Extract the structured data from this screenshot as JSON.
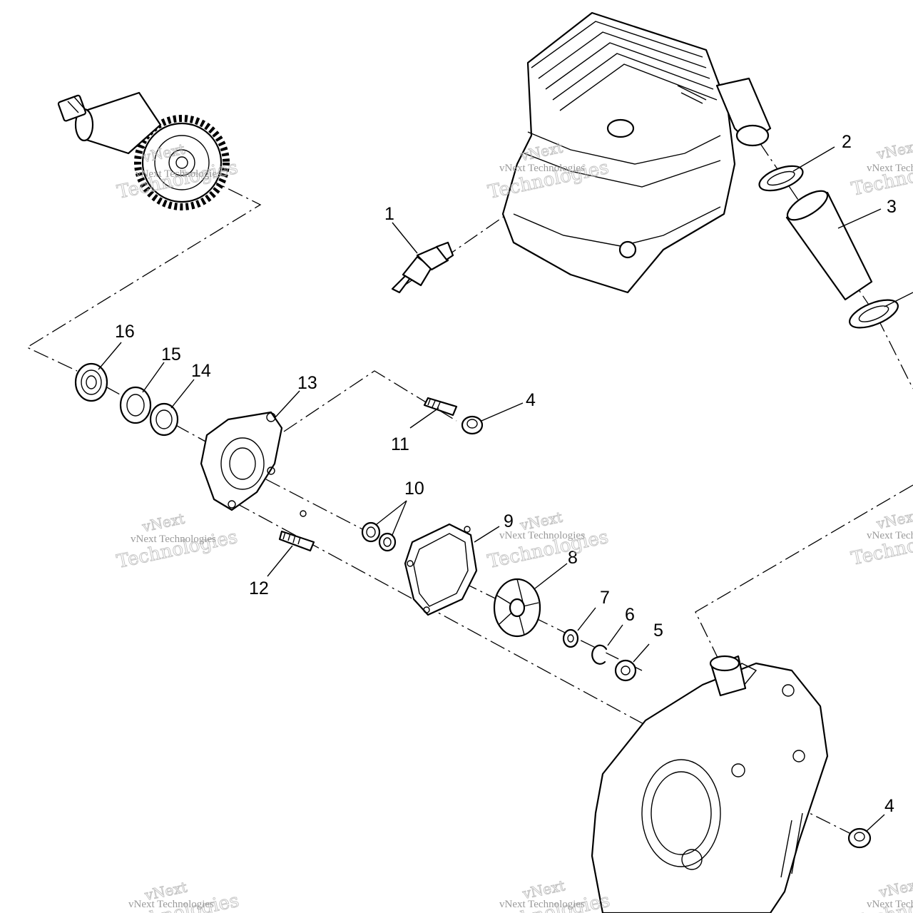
{
  "diagram": {
    "callouts": [
      {
        "id": "c1",
        "text": "1"
      },
      {
        "id": "c2",
        "text": "2"
      },
      {
        "id": "c3",
        "text": "3"
      },
      {
        "id": "c4a",
        "text": "4"
      },
      {
        "id": "c4b",
        "text": "4"
      },
      {
        "id": "c5",
        "text": "5"
      },
      {
        "id": "c6",
        "text": "6"
      },
      {
        "id": "c7",
        "text": "7"
      },
      {
        "id": "c8",
        "text": "8"
      },
      {
        "id": "c9",
        "text": "9"
      },
      {
        "id": "c10",
        "text": "10"
      },
      {
        "id": "c11",
        "text": "11"
      },
      {
        "id": "c12",
        "text": "12"
      },
      {
        "id": "c13",
        "text": "13"
      },
      {
        "id": "c14",
        "text": "14"
      },
      {
        "id": "c15",
        "text": "15"
      },
      {
        "id": "c16",
        "text": "16"
      }
    ],
    "watermark": {
      "line1": "vNext",
      "line2": "Technologies",
      "line3": "vNext Technologies"
    }
  }
}
